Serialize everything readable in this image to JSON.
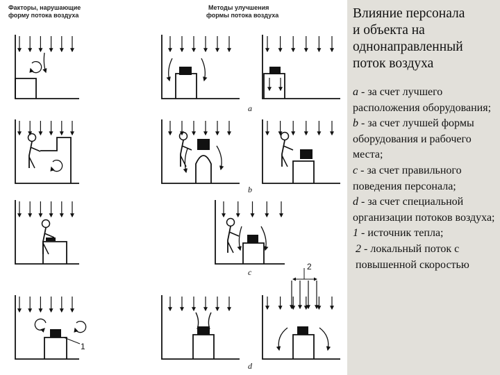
{
  "figure": {
    "header_left": [
      "Факторы, нарушающие",
      "форму потока воздуха"
    ],
    "header_right": [
      "Методы улучшения",
      "формы потока воздуха"
    ],
    "row_labels": [
      "a",
      "b",
      "c",
      "d"
    ],
    "markers": {
      "heat_source": "1",
      "local_flow": "2"
    }
  },
  "panel": {
    "title": [
      "Влияние персонала",
      "и объекта на",
      "однонаправленный",
      "поток воздуха"
    ],
    "legend": [
      {
        "key": "a",
        "text": " - за счет лучшего расположения оборудования;"
      },
      {
        "key": "b",
        "text": " - за счет лучшей формы оборудования и рабочего места;"
      },
      {
        "key": "c",
        "text": " - за счет правильного поведения персонала;"
      },
      {
        "key": "d",
        "text": " - за счет специальной организации потоков воздуха;"
      },
      {
        "key": "1",
        "text": " - источник тепла;"
      },
      {
        "key": "2",
        "text": " - локальный поток с повышенной скоростью"
      }
    ]
  }
}
